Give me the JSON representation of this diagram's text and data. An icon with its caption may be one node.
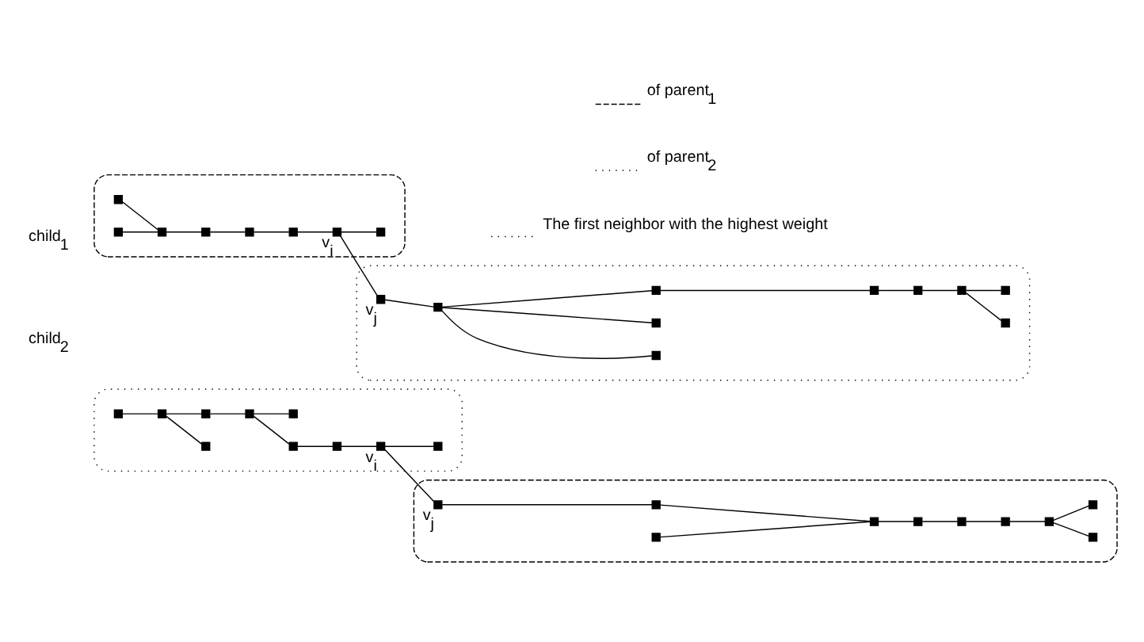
{
  "diagram": {
    "nodes": [
      {
        "text": [],
        "shape": "ellipse"
      },
      {
        "text": [],
        "shape": "box",
        "in": 0
      },
      {
        "text": [],
        "shape": "box",
        "in": 0
      },
      {
        "text": [],
        "shape": "box",
        "in": 0
      },
      {
        "text": [],
        "shape": "box",
        "in": 0
      },
      {
        "text": [],
        "shape": "box",
        "in": 0
      },
      {
        "text": [],
        "shape": "box",
        "in": 0
      },
      {
        "text": [],
        "shape": "box",
        "in": 0,
        "beside": [
          "v$_{i}$"
        ]
      },
      {
        "text": [],
        "shape": "box",
        "in": 0
      },
      {
        "text": [],
        "shape": "ellipse"
      },
      {
        "text": [],
        "shape": "box",
        "in": 9,
        "beside": [
          "v$_{j}$"
        ]
      },
      {
        "text": [],
        "shape": "box",
        "in": 9
      },
      {
        "text": [],
        "shape": "box",
        "in": 9
      },
      {
        "text": [],
        "shape": "box",
        "in": 9
      },
      {
        "text": [],
        "shape": "box",
        "in": 9
      },
      {
        "text": [],
        "shape": "box",
        "in": 9
      },
      {
        "text": [],
        "shape": "box",
        "in": 9
      },
      {
        "text": [],
        "shape": "box",
        "in": 9
      },
      {
        "text": [],
        "shape": "box",
        "in": 9
      },
      {
        "text": [],
        "shape": "box",
        "in": 9
      },
      {
        "text": [],
        "shape": "ellipse"
      },
      {
        "text": [],
        "shape": "box",
        "in": 20
      },
      {
        "text": [],
        "shape": "box",
        "in": 20
      },
      {
        "text": [],
        "shape": "box",
        "in": 20
      },
      {
        "text": [],
        "shape": "box",
        "in": 20
      },
      {
        "text": [],
        "shape": "box",
        "in": 20
      },
      {
        "text": [],
        "shape": "box",
        "in": 20
      },
      {
        "text": [],
        "shape": "box",
        "in": 20
      },
      {
        "text": [],
        "shape": "box",
        "in": 20
      },
      {
        "text": [],
        "shape": "box",
        "in": 20,
        "beside": [
          "v$_{i}$"
        ]
      },
      {
        "text": [],
        "shape": "box",
        "in": 20
      },
      {
        "text": [],
        "shape": "ellipse"
      },
      {
        "text": [],
        "shape": "box",
        "in": 31,
        "beside": [
          "v$_{j}$"
        ]
      },
      {
        "text": [],
        "shape": "box",
        "in": 31
      },
      {
        "text": [],
        "shape": "box",
        "in": 31
      },
      {
        "text": [],
        "shape": "box",
        "in": 31
      },
      {
        "text": [],
        "shape": "box",
        "in": 31
      },
      {
        "text": [],
        "shape": "box",
        "in": 31
      },
      {
        "text": [],
        "shape": "box",
        "in": 31
      },
      {
        "text": [],
        "shape": "box",
        "in": 31
      },
      {
        "text": [],
        "shape": "box",
        "in": 31
      },
      {
        "text": [],
        "shape": "box",
        "in": 31
      }
    ],
    "edges": [
      {
        "from": 1,
        "to": 3,
        "arrow": "none"
      },
      {
        "from": 2,
        "to": 3,
        "arrow": "none"
      },
      {
        "from": 3,
        "to": 4,
        "arrow": "none"
      },
      {
        "from": 4,
        "to": 5,
        "arrow": "none"
      },
      {
        "from": 5,
        "to": 6,
        "arrow": "none"
      },
      {
        "from": 6,
        "to": 7,
        "arrow": "none"
      },
      {
        "from": 7,
        "to": 8,
        "arrow": "none"
      },
      {
        "from": 7,
        "to": 10,
        "arrow": "none"
      },
      {
        "from": 10,
        "to": 11,
        "arrow": "none"
      },
      {
        "from": 11,
        "to": 12,
        "arrow": "none"
      },
      {
        "from": 11,
        "to": 13,
        "arrow": "none"
      },
      {
        "from": 11,
        "to": 14,
        "arrow": "none"
      },
      {
        "from": 14,
        "to": 15,
        "arrow": "none"
      },
      {
        "from": 15,
        "to": 16,
        "arrow": "none"
      },
      {
        "from": 16,
        "to": 17,
        "arrow": "none"
      },
      {
        "from": 17,
        "to": 18,
        "arrow": "none"
      },
      {
        "from": 17,
        "to": 19,
        "arrow": "none"
      },
      {
        "from": 21,
        "to": 22,
        "arrow": "none"
      },
      {
        "from": 22,
        "to": 23,
        "arrow": "none"
      },
      {
        "from": 22,
        "to": 24,
        "arrow": "none"
      },
      {
        "from": 24,
        "to": 25,
        "arrow": "none"
      },
      {
        "from": 25,
        "to": 26,
        "arrow": "none"
      },
      {
        "from": 25,
        "to": 27,
        "arrow": "none"
      },
      {
        "from": 26,
        "to": 28,
        "arrow": "none"
      },
      {
        "from": 28,
        "to": 29,
        "arrow": "none"
      },
      {
        "from": 29,
        "to": 30,
        "arrow": "none"
      },
      {
        "from": 29,
        "to": 32,
        "arrow": "none"
      },
      {
        "from": 32,
        "to": 33,
        "arrow": "none"
      },
      {
        "from": 33,
        "to": 35,
        "arrow": "none"
      },
      {
        "from": 34,
        "to": 35,
        "arrow": "none"
      },
      {
        "from": 35,
        "to": 36,
        "arrow": "none"
      },
      {
        "from": 36,
        "to": 37,
        "arrow": "none"
      },
      {
        "from": 37,
        "to": 38,
        "arrow": "none"
      },
      {
        "from": 38,
        "to": 39,
        "arrow": "none"
      },
      {
        "from": 39,
        "to": 40,
        "arrow": "none"
      },
      {
        "from": 39,
        "to": 41,
        "arrow": "none"
      }
    ],
    "labels": [
      "child$_{1}$",
      "child$_{2}$"
    ],
    "legend": [
      {
        "text": "of parent$_{1}$"
      },
      {
        "text": "of parent$_{2}$"
      },
      {
        "text": "The first neighbor with the highest weight"
      }
    ]
  }
}
